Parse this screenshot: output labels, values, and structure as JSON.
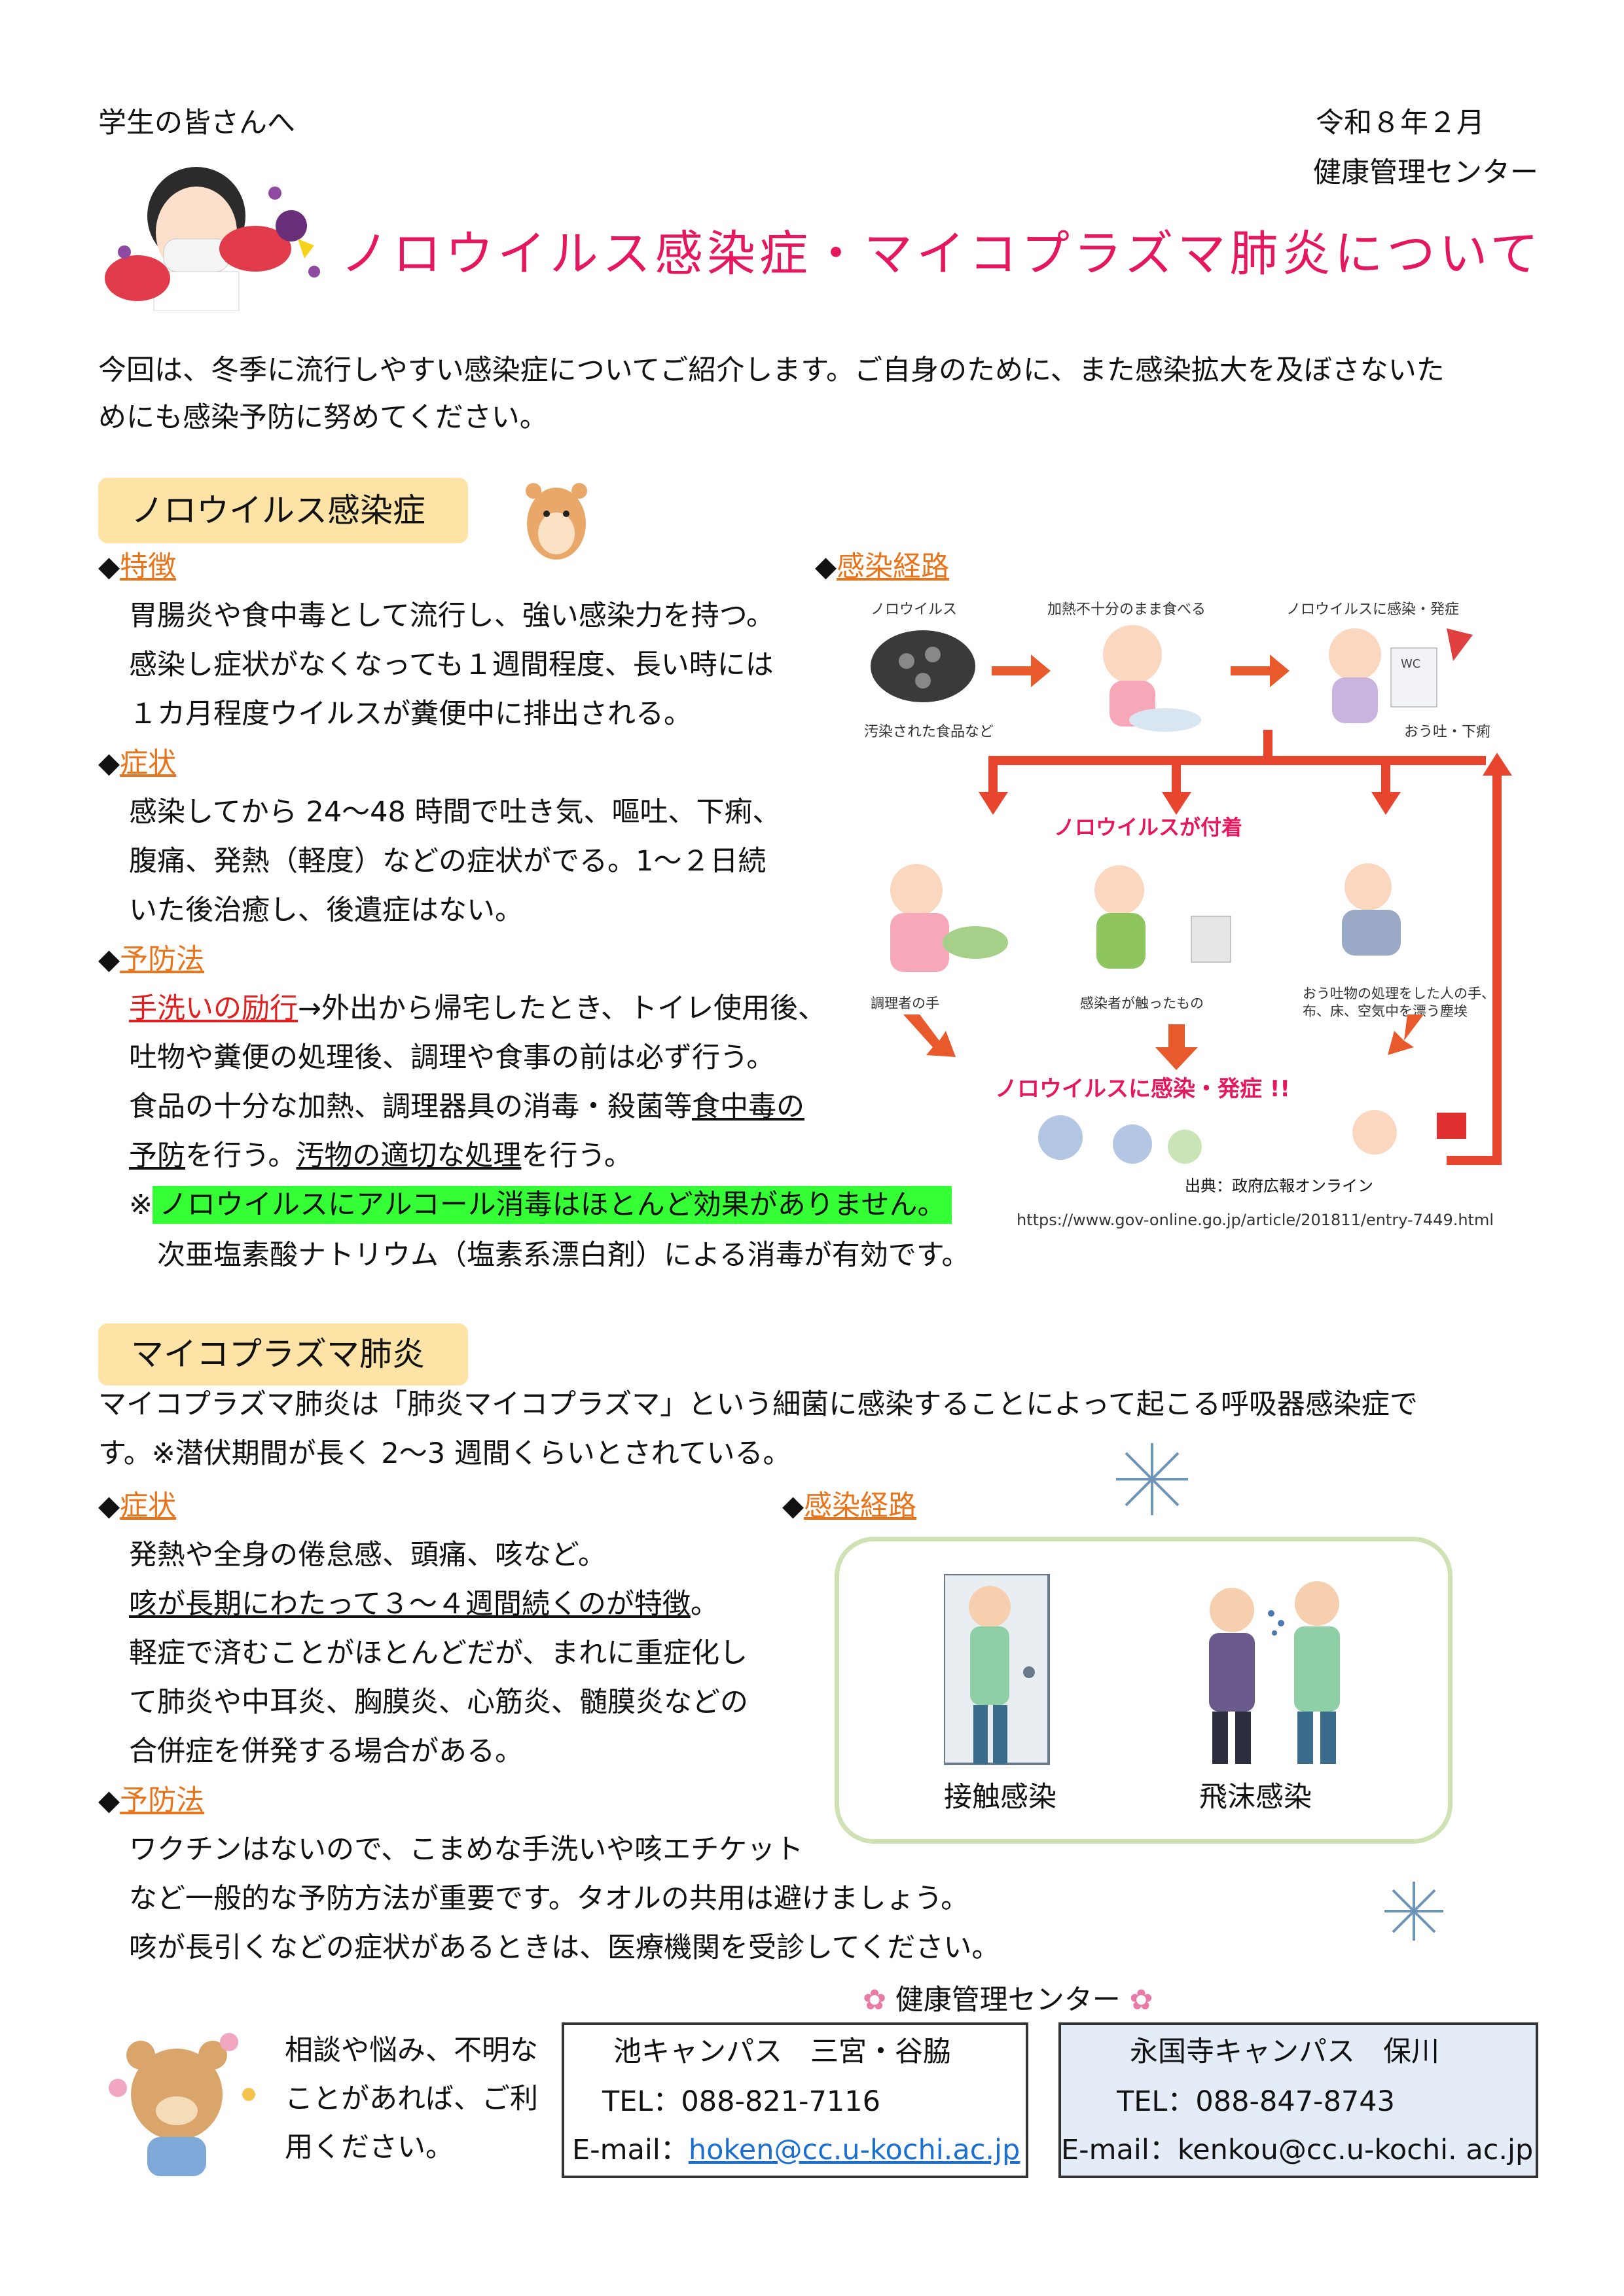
{
  "header": {
    "to": "学生の皆さんへ",
    "date": "令和８年２月",
    "issuer": "健康管理センター",
    "title": "ノロウイルス感染症・マイコプラズマ肺炎について"
  },
  "intro": {
    "line1": "今回は、冬季に流行しやすい感染症についてご紹介します。ご自身のために、また感染拡大を及ぼさないた",
    "line2": "めにも感染予防に努めてください。"
  },
  "noro": {
    "heading": "ノロウイルス感染症",
    "feature_label": "特徴",
    "feature_lines": [
      "胃腸炎や食中毒として流行し、強い感染力を持つ。",
      "感染し症状がなくなっても１週間程度、長い時には",
      "１カ月程度ウイルスが糞便中に排出される。"
    ],
    "symptom_label": "症状",
    "symptom_lines": [
      "感染してから 24～48 時間で吐き気、嘔吐、下痢、",
      "腹痛、発熱（軽度）などの症状がでる。1～２日続",
      "いた後治癒し、後遺症はない。"
    ],
    "prevent_label": "予防法",
    "prevent_handwash": "手洗いの励行",
    "prevent_l1_rest": "→外出から帰宅したとき、トイレ使用後、",
    "prevent_l2": "吐物や糞便の処理後、調理や食事の前は必ず行う。",
    "prevent_l3_a": "食品の十分な加熱、調理器具の消毒・殺菌等",
    "prevent_l3_b": "食中毒の",
    "prevent_l4_a": "予防",
    "prevent_l4_b": "を行う。",
    "prevent_l4_c": "汚物の適切な処理",
    "prevent_l4_d": "を行う。",
    "note_mark": "※",
    "note_highlight": "ノロウイルスにアルコール消毒はほとんど効果がありません。",
    "note_l2": "次亜塩素酸ナトリウム（塩素系漂白剤）による消毒が有効です。",
    "route_label": "感染経路",
    "diagram": {
      "top1": "ノロウイルス",
      "top2": "加熱不十分のまま食べる",
      "top3": "ノロウイルスに感染・発症",
      "sub1": "汚染された食品など",
      "sub3": "おう吐・下痢",
      "mid": "ノロウイルスが付着",
      "c1": "調理者の手",
      "c2": "感染者が触ったもの",
      "c3a": "おう吐物の処理をした人の手、",
      "c3b": "布、床、空気中を漂う塵埃",
      "bottom": "ノロウイルスに感染・発症 !!",
      "wc": "WC"
    },
    "source": "出典：政府広報オンライン",
    "url": "https://www.gov-online.go.jp/article/201811/entry-7449.html"
  },
  "myco": {
    "heading": "マイコプラズマ肺炎",
    "intro1": "マイコプラズマ肺炎は「肺炎マイコプラズマ」という細菌に感染することによって起こる呼吸器感染症で",
    "intro2": "す。※潜伏期間が長く 2～3 週間くらいとされている。",
    "symptom_label": "症状",
    "s1": "発熱や全身の倦怠感、頭痛、咳など。",
    "s2": "咳が長期にわたって３～４週間続くのが特徴",
    "s2_end": "。",
    "s3": "軽症で済むことがほとんどだが、まれに重症化し",
    "s4": "て肺炎や中耳炎、胸膜炎、心筋炎、髄膜炎などの",
    "s5": "合併症を併発する場合がある。",
    "route_label": "感染経路",
    "contact": "接触感染",
    "droplet": "飛沫感染",
    "prevent_label": "予防法",
    "p1": "ワクチンはないので、こまめな手洗いや咳エチケット",
    "p2": "など一般的な予防方法が重要です。タオルの共用は避けましょう。",
    "p3": "咳が長引くなどの症状があるときは、医療機関を受診してください。"
  },
  "footer": {
    "center": "健康管理センター",
    "consult": [
      "相談や悩み、不明な",
      "ことがあれば、ご利",
      "用ください。"
    ],
    "box1": {
      "campus": "池キャンパス　三宮・谷脇",
      "tel": "TEL：088-821-7116",
      "email_label": "E-mail：",
      "email": "hoken@cc.u-kochi.ac.jp"
    },
    "box2": {
      "campus": "永国寺キャンパス　保川",
      "tel": "TEL：088-847-8743",
      "email": "E-mail：kenkou@cc.u-kochi. ac.jp"
    }
  },
  "colors": {
    "title": "#e4175f",
    "label": "#e8741c",
    "pill": "#fde3a6",
    "highlight": "#35ff35",
    "box2_bg": "#e4edf7",
    "box1_bg": "#ffffff"
  }
}
